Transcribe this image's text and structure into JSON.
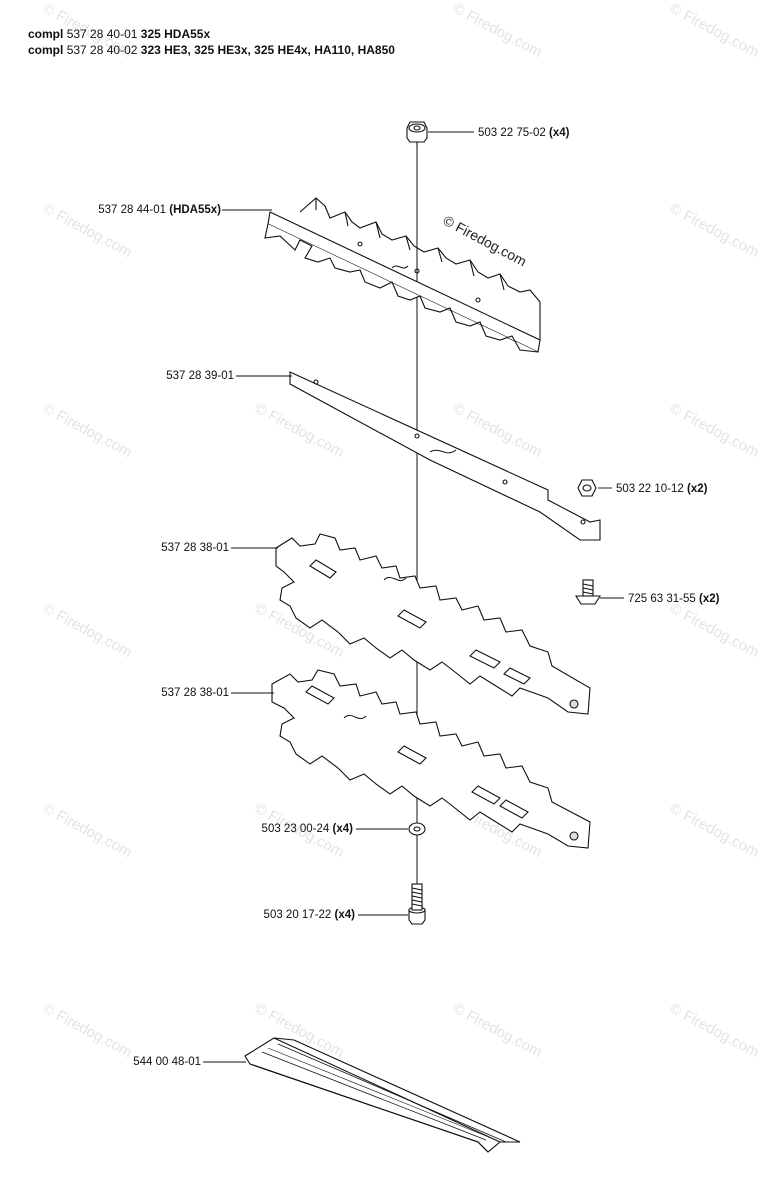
{
  "header": {
    "line1": {
      "prefix": "compl",
      "number": "537 28 40-01",
      "models": "325 HDA55x"
    },
    "line2": {
      "prefix": "compl",
      "number": "537 28 40-02",
      "models": "323 HE3, 325 HE3x, 325 HE4x, HA110, HA850"
    }
  },
  "copyright": "© Firedog.com",
  "watermark": "© Firedog.com",
  "parts": [
    {
      "number": "503 22 75-02",
      "qty": "(x4)"
    },
    {
      "number": "537 28 44-01",
      "qty": "(HDA55x)"
    },
    {
      "number": "537 28 39-01",
      "qty": ""
    },
    {
      "number": "503 22 10-12",
      "qty": "(x2)"
    },
    {
      "number": "537 28 38-01",
      "qty": ""
    },
    {
      "number": "725 63 31-55",
      "qty": "(x2)"
    },
    {
      "number": "537 28 38-01",
      "qty": ""
    },
    {
      "number": "503 23 00-24",
      "qty": "(x4)"
    },
    {
      "number": "503 20 17-22",
      "qty": "(x4)"
    },
    {
      "number": "544 00 48-01",
      "qty": ""
    }
  ]
}
